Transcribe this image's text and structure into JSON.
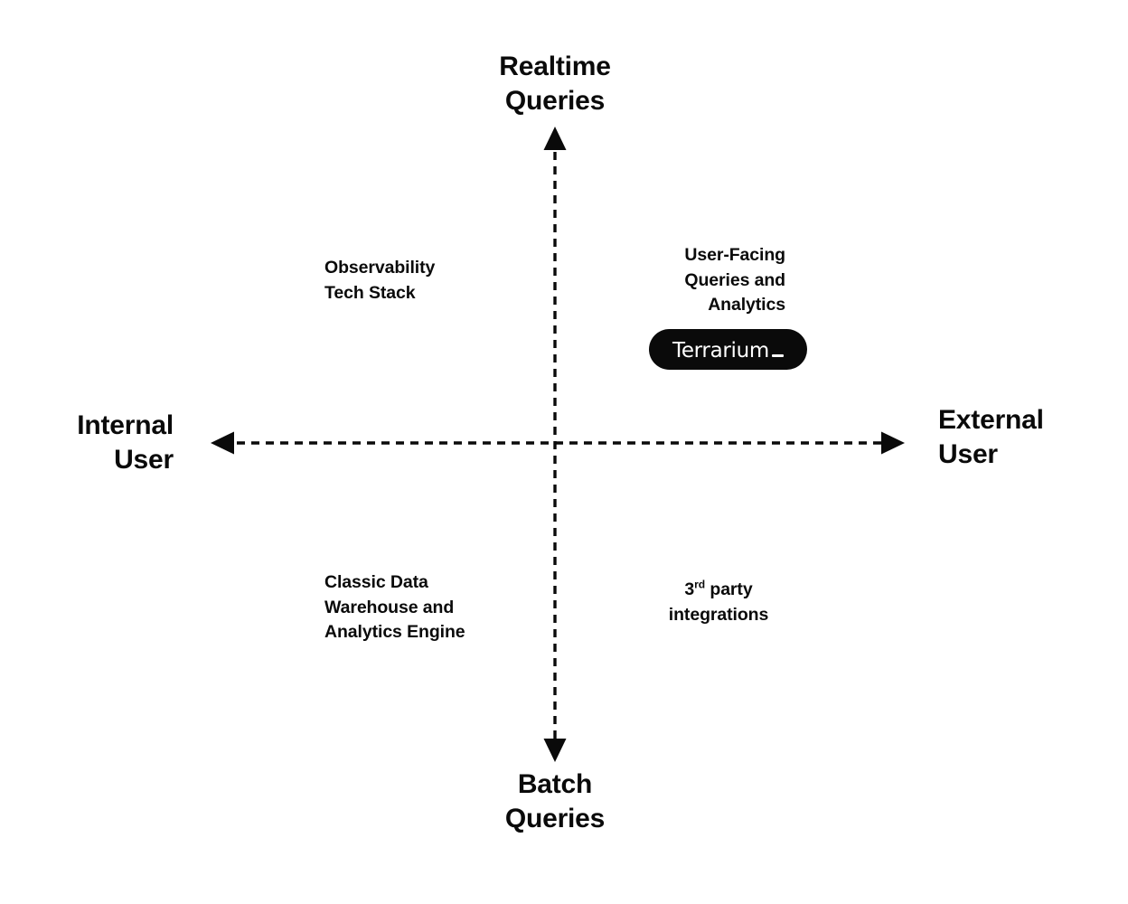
{
  "diagram": {
    "type": "quadrant-positioning-map",
    "background_color": "#ffffff",
    "ink_color": "#0a0a0a",
    "axes": {
      "vertical": {
        "top_label": "Realtime\nQueries",
        "bottom_label": "Batch\nQueries",
        "style": "dashed-double-arrow"
      },
      "horizontal": {
        "left_label": "Internal\nUser",
        "right_label": "External\nUser",
        "style": "dashed-double-arrow"
      }
    },
    "quadrants": [
      {
        "id": "top-left",
        "label": "Observability\nTech Stack",
        "align": "left"
      },
      {
        "id": "top-right",
        "label": "User-Facing\nQueries and\nAnalytics",
        "align": "right"
      },
      {
        "id": "bottom-left",
        "label": "Classic Data\nWarehouse and\nAnalytics Engine",
        "align": "left"
      },
      {
        "id": "bottom-right",
        "label_prefix": "3",
        "label_superscript": "rd",
        "label_suffix": " party\nintegrations",
        "align": "center"
      }
    ],
    "brand": {
      "name": "Terrarium",
      "cursor_glyph": "_",
      "pill_background": "#0a0a0a",
      "pill_text_color": "#ffffff",
      "quadrant": "top-right"
    }
  }
}
